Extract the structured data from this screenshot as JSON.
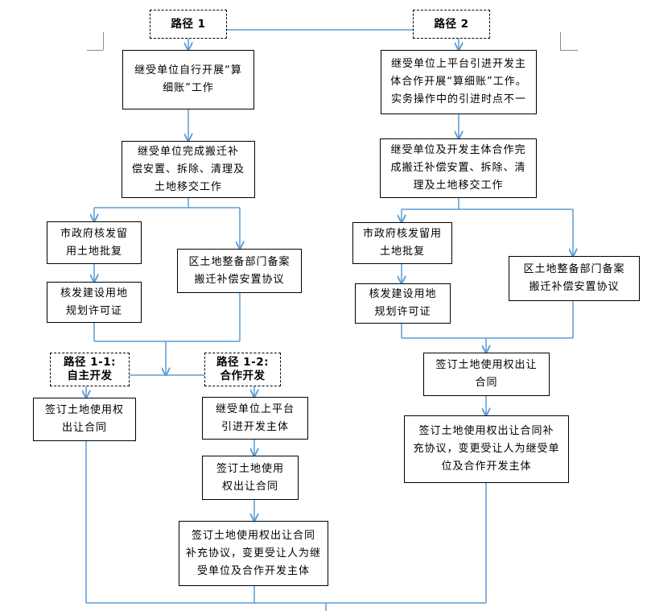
{
  "path1": {
    "label": "路径 1"
  },
  "path2": {
    "label": "路径 2"
  },
  "p1_box1": "继受单位自行开展“算\n细账”工作",
  "p1_box2": "继受单位完成搬迁补\n偿安置、拆除、清理及\n土地移交工作",
  "p1_approval": "市政府核发留\n用土地批复",
  "p1_permit": "核发建设用地\n规划许可证",
  "p1_record": "区土地整备部门备案\n搬迁补偿安置协议",
  "path1_1": {
    "label": "路径 1-1:\n自主开发"
  },
  "path1_2": {
    "label": "路径 1-2:\n合作开发"
  },
  "p11_contract": "签订土地使用权\n出让合同",
  "p12_intro": "继受单位上平台\n引进开发主体",
  "p12_contract": "签订土地使用\n权出让合同",
  "p12_supp": "签订土地使用权出让合同\n补充协议，变更受让人为继\n受单位及合作开发主体",
  "p2_box1": "继受单位上平台引进开发主\n体合作开展“算细账”工作。\n实务操作中的引进时点不一",
  "p2_box2": "继受单位及开发主体合作完\n成搬迁补偿安置、拆除、清\n理及土地移交工作",
  "p2_approval": "市政府核发留用\n土地批复",
  "p2_permit": "核发建设用地\n规划许可证",
  "p2_record": "区土地整备部门备案\n搬迁补偿安置协议",
  "p2_contract": "签订土地使用权出让\n合同",
  "p2_supp": "签订土地使用权出让合同补\n充协议，变更受让人为继受单\n位及合作开发主体",
  "colors": {
    "connector": "#5b9bd5",
    "border": "#000000"
  }
}
